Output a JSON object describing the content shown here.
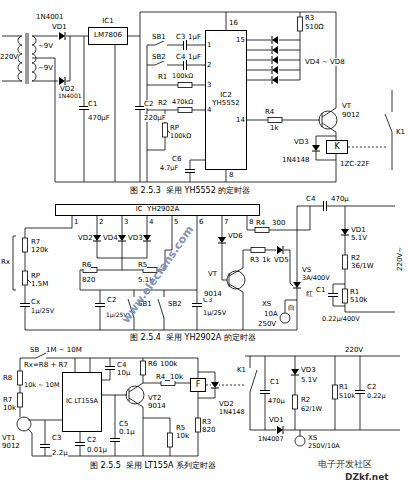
{
  "diagram": {
    "nodes": [
      {
        "text": [
          "IC1",
          "LM7806"
        ]
      },
      {
        "text": [
          "IC2",
          "YH5552"
        ]
      },
      {
        "text": [
          "K"
        ]
      },
      {
        "text": [
          "IC  YH2902A"
        ]
      },
      {
        "text": [
          "IC LT155A"
        ]
      },
      {
        "text": [
          "F"
        ]
      }
    ],
    "edges": [
      {
        "from": 0,
        "to": 1,
        "arrow": "none"
      }
    ],
    "labels": [
      "220V",
      "1N4001",
      "VD1",
      "~9V",
      "~9V",
      "VD2",
      "1N4001",
      "C1",
      "470μF",
      "C2",
      "220μF",
      "SB1",
      "C3",
      "1μF",
      "SB2",
      "C4",
      "1μF",
      "R1",
      "100kΩ",
      "RP",
      "100kΩ",
      "R2",
      "470kΩ",
      "C6",
      "4.7μF",
      "16",
      "1",
      "2",
      "3",
      "4",
      "8",
      "15",
      "14",
      "R3",
      "510Ω",
      "VD4 ~ VD8",
      "R4",
      "1k",
      "VT",
      "9012",
      "VD3",
      "1N4148",
      "1ZC-22F",
      "K1",
      "图 2.5.3  采用 YH5552 的定时器",
      "1",
      "2",
      "3",
      "4",
      "5",
      "6",
      "7",
      "8",
      "Rx",
      "R7",
      "120k",
      "RP",
      "1.5M",
      "Cx",
      "1μ/25V",
      "VD2",
      "VD4",
      "VD3",
      "R6",
      "820",
      "R5",
      "5.1k",
      "C2",
      "1μ/25V",
      "SB1",
      "SB2",
      "C3",
      "1μ/25V",
      "VD6",
      "R4",
      "300",
      "R3",
      "1k",
      "VD5",
      "VT",
      "9014",
      "VS",
      "3A/400V",
      "C4",
      "470μ",
      "VD1",
      "5.1V",
      "R2",
      "36/1W",
      "R1",
      "510k",
      "C1",
      "0.22μ/400V",
      "XS",
      "10A",
      "250V",
      "白",
      "红",
      "220V~",
      "www.elecfans.com",
      "图 2.5.4  采用 YH2902A 的定时器",
      "SB",
      "1M ~ 10M",
      "Rx=R8 + R7",
      "R8",
      "10k ~ 10M",
      "R7",
      "10k",
      "VT1",
      "9012",
      "C3",
      "2.2μ",
      "C4",
      "10μ",
      "R6",
      "100k",
      "VT2",
      "9014",
      "R4",
      "10k",
      "VD2",
      "1N4148",
      "R3",
      "820",
      "C5",
      "0.1μ",
      "C2",
      "0.01μ",
      "R5",
      "10k",
      "K1",
      "220V",
      "C1",
      "470μ",
      "VD3",
      "5.1V",
      "R2",
      "62/1W",
      "R1",
      "510k",
      "C2",
      "0.22μ",
      "VD1",
      "1N4007",
      "XS",
      "250V/10A",
      "图 2.5.5  采用 LT155A 系列定时器",
      "电子开发社区",
      "DZkf.net"
    ]
  }
}
